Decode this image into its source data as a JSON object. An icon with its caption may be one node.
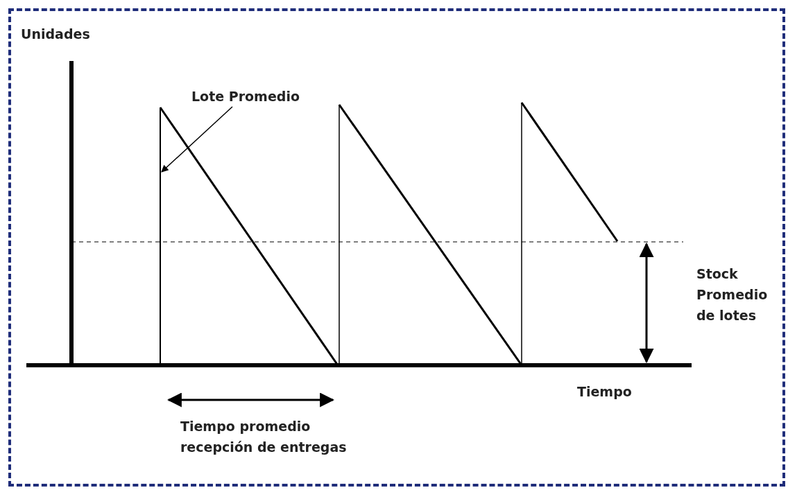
{
  "diagram": {
    "nodes": [
      {
        "text": [
          "Lote Promedio"
        ]
      },
      {
        "text": [],
        "shape": "bar"
      }
    ],
    "edges": [
      {
        "from": 0,
        "to": 1,
        "arrow": "to"
      }
    ],
    "labels": [
      "Unidades",
      "Stock Promedio de lotes",
      "Tiempo",
      "Tiempo promedio recepción de entregas"
    ]
  }
}
